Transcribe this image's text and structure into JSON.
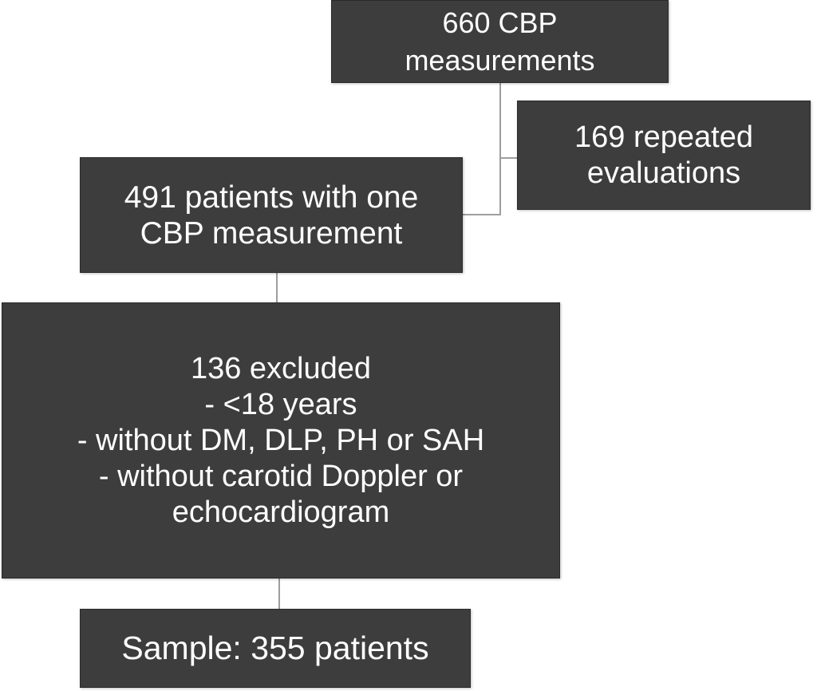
{
  "colors": {
    "background": "#ffffff",
    "box_fill": "#3d3d3d",
    "box_border": "#2b2b2b",
    "text": "#ffffff",
    "connector": "#9e9e9e"
  },
  "nodes": {
    "cbp_measurements": {
      "text": "660 CBP\nmeasurements"
    },
    "repeated_evaluations": {
      "text": "169 repeated\nevaluations"
    },
    "one_measurement": {
      "text": "491 patients with one\nCBP measurement"
    },
    "excluded": {
      "text": "136 excluded\n- <18 years\n- without DM, DLP, PH or SAH\n- without carotid Doppler or\nechocardiogram"
    },
    "sample": {
      "text": "Sample: 355 patients"
    }
  }
}
